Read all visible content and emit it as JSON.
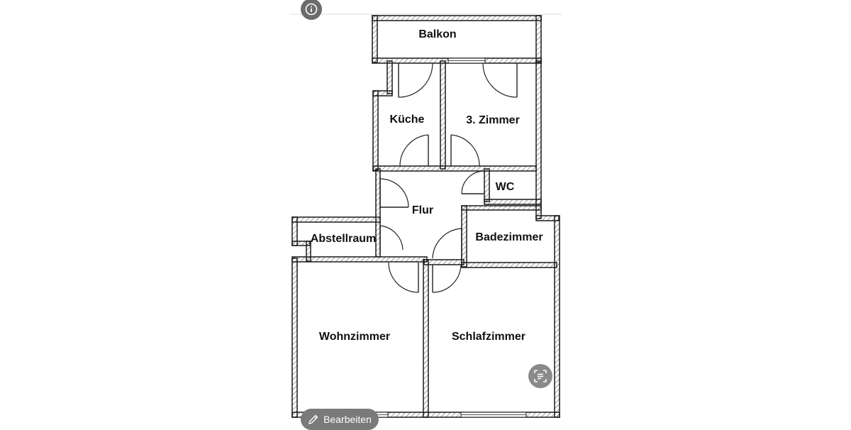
{
  "rooms": {
    "balkon": "Balkon",
    "kueche": "Küche",
    "zimmer3": "3. Zimmer",
    "wc": "WC",
    "flur": "Flur",
    "abstellraum": "Abstellraum",
    "badezimmer": "Badezimmer",
    "wohnzimmer": "Wohnzimmer",
    "schlafzimmer": "Schlafzimmer"
  },
  "toolbar": {
    "edit_label": "Bearbeiten",
    "info_icon": "info-icon",
    "scan_icon": "text-scan-icon",
    "edit_icon": "pencil-icon"
  },
  "colors": {
    "wall": "#1a1a1a",
    "overlay_button": "#6b6b6b"
  }
}
